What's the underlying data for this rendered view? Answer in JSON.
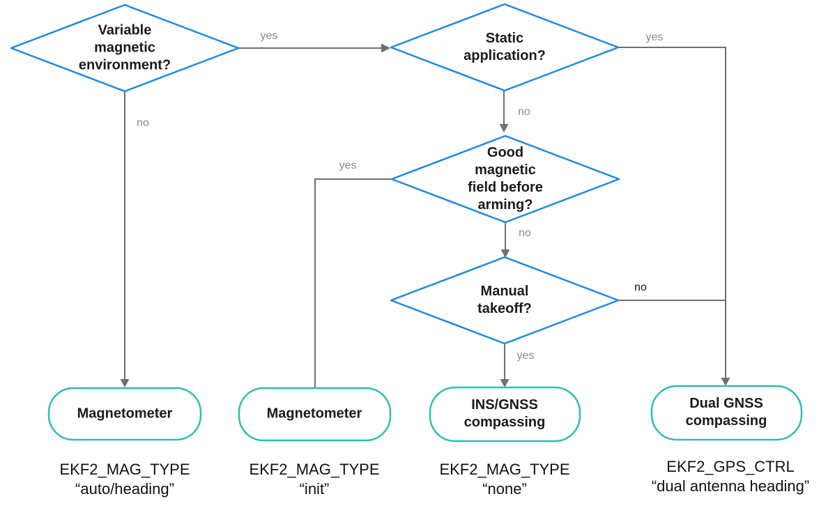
{
  "diagram": {
    "type": "flowchart",
    "topic": "Heading source selection (EKF2 magnetometer / GNSS compassing decision tree)"
  },
  "colors": {
    "decision_border": "#1e88e5",
    "outcome_border": "#2cbfae",
    "connector": "#6f6f6f",
    "edge_label": "#8a8a8a",
    "edge_label_emphasis": "#111111",
    "text": "#1b1b1d",
    "background": "#ffffff"
  },
  "nodes": {
    "decisions": [
      {
        "id": "variable-magnetic-environment",
        "label": "Variable\nmagnetic\nenvironment?"
      },
      {
        "id": "static-application",
        "label": "Static\napplication?"
      },
      {
        "id": "good-magnetic-field-before-arming",
        "label": "Good\nmagnetic\nfield before\narming?"
      },
      {
        "id": "manual-takeoff",
        "label": "Manual\ntakeoff?"
      }
    ],
    "outcomes": [
      {
        "id": "magnetometer-auto-heading",
        "label": "Magnetometer",
        "param": "EKF2_MAG_TYPE",
        "value": "“auto/heading”"
      },
      {
        "id": "magnetometer-init",
        "label": "Magnetometer",
        "param": "EKF2_MAG_TYPE",
        "value": "“init”"
      },
      {
        "id": "ins-gnss-compassing",
        "label": "INS/GNSS\ncompassing",
        "param": "EKF2_MAG_TYPE",
        "value": "“none”"
      },
      {
        "id": "dual-gnss-compassing",
        "label": "Dual GNSS\ncompassing",
        "param": "EKF2_GPS_CTRL",
        "value": "“dual antenna heading”"
      }
    ]
  },
  "edges": [
    {
      "from": "variable-magnetic-environment",
      "to": "static-application",
      "label": "yes"
    },
    {
      "from": "variable-magnetic-environment",
      "to": "magnetometer-auto-heading",
      "label": "no"
    },
    {
      "from": "static-application",
      "to": "dual-gnss-compassing",
      "label": "yes"
    },
    {
      "from": "static-application",
      "to": "good-magnetic-field-before-arming",
      "label": "no"
    },
    {
      "from": "good-magnetic-field-before-arming",
      "to": "magnetometer-init",
      "label": "yes"
    },
    {
      "from": "good-magnetic-field-before-arming",
      "to": "manual-takeoff",
      "label": "no"
    },
    {
      "from": "manual-takeoff",
      "to": "ins-gnss-compassing",
      "label": "yes"
    },
    {
      "from": "manual-takeoff",
      "to": "dual-gnss-compassing",
      "label": "no"
    }
  ]
}
